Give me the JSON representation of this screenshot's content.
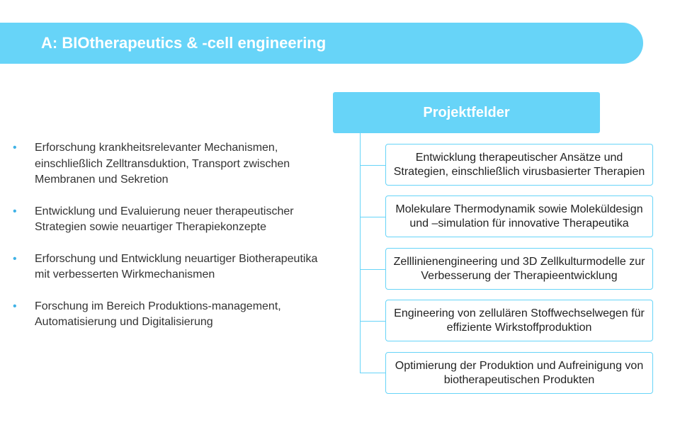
{
  "slide": {
    "title": "A: BIOtherapeutics & -cell engineering"
  },
  "bullets": [
    "Erforschung krankheitsrelevanter Mechanismen, einschließlich Zelltransduktion, Transport zwischen Membranen und Sekretion",
    "Entwicklung und Evaluierung neuer therapeutischer Strategien sowie neuartiger Therapiekonzepte",
    "Erforschung und Entwicklung neuartiger Biotherapeutika mit verbesserten Wirkmechanismen",
    "Forschung im Bereich Produktions-management, Automatisierung und Digitalisierung"
  ],
  "bullet_symbol": "•",
  "projektfelder": {
    "title": "Projektfelder",
    "items": [
      "Entwicklung therapeutischer Ansätze und Strategien, einschließlich virusbasierter Therapien",
      "Molekulare Thermodynamik sowie Moleküldesign und –simulation für innovative Therapeutika",
      "Zelllinienengineering und 3D Zellkulturmodelle zur Verbesserung der Therapieentwicklung",
      "Engineering von zellulären Stoffwechselwegen für effiziente Wirkstoffproduktion",
      "Optimierung der Produktion und Aufreinigung von biotherapeutischen Produkten"
    ]
  },
  "colors": {
    "accent": "#67d4f8",
    "bullet": "#3fb2e6",
    "text": "#333333"
  }
}
